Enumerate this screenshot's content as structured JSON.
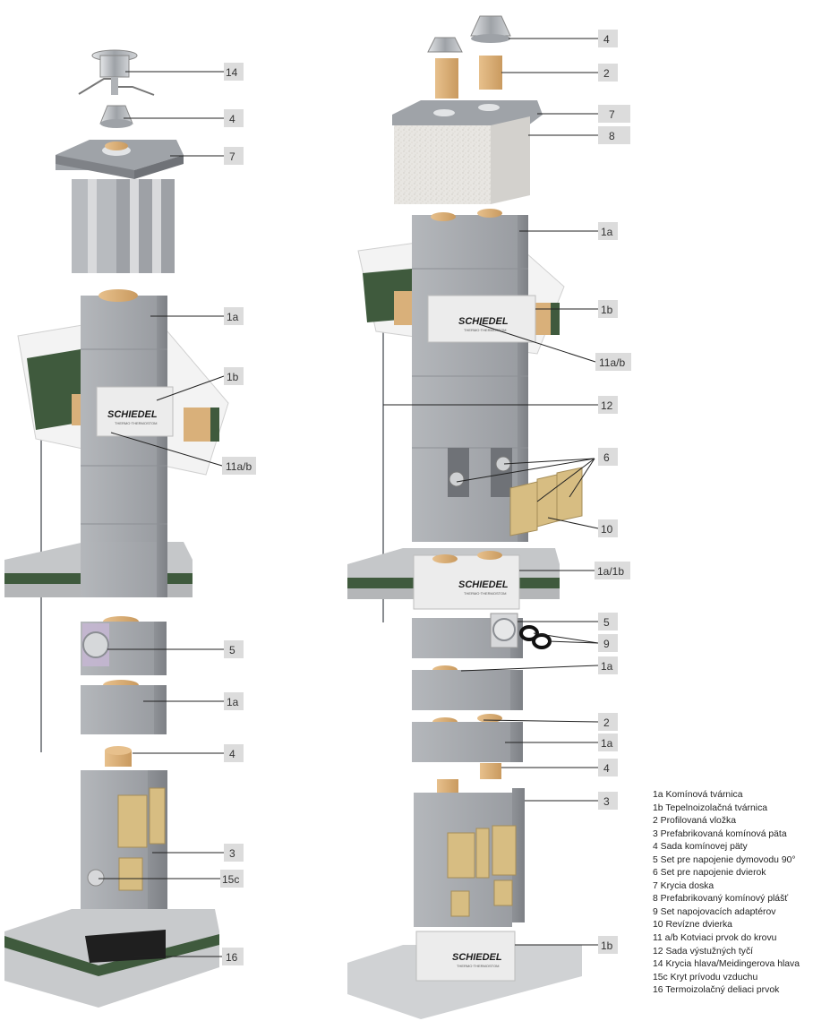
{
  "brand": {
    "name": "SCHIEDEL",
    "product": "THERMO·THERMOSTOM"
  },
  "colors": {
    "block": "#a9acb0",
    "block_side": "#8e9196",
    "liner": "#d9b07a",
    "label_box": "#dcdcdc",
    "leader": "#222222",
    "insulation": "#3f5a3d",
    "door": "#d7bd82"
  },
  "callouts_left": [
    {
      "label": "14"
    },
    {
      "label": "4"
    },
    {
      "label": "7"
    },
    {
      "label": "1a"
    },
    {
      "label": "1b"
    },
    {
      "label": "11a/b"
    },
    {
      "label": "5"
    },
    {
      "label": "1a"
    },
    {
      "label": "4"
    },
    {
      "label": "3"
    },
    {
      "label": "15c"
    },
    {
      "label": "16"
    }
  ],
  "callouts_right": [
    {
      "label": "4"
    },
    {
      "label": "2"
    },
    {
      "label": "7"
    },
    {
      "label": "8"
    },
    {
      "label": "1a"
    },
    {
      "label": "1b"
    },
    {
      "label": "11a/b"
    },
    {
      "label": "12"
    },
    {
      "label": "6"
    },
    {
      "label": "10"
    },
    {
      "label": "1a/1b"
    },
    {
      "label": "5"
    },
    {
      "label": "9"
    },
    {
      "label": "1a"
    },
    {
      "label": "2"
    },
    {
      "label": "1a"
    },
    {
      "label": "4"
    },
    {
      "label": "3"
    },
    {
      "label": "1b"
    }
  ],
  "legend": [
    "1a Komínová tvárnica",
    "1b Tepelnoizolačná tvárnica",
    "2 Profilovaná vložka",
    "3 Prefabrikovaná komínová päta",
    "4 Sada komínovej päty",
    "5 Set pre napojenie dymovodu 90°",
    "6 Set pre napojenie dvierok",
    "7 Krycia doska",
    "8 Prefabrikovaný komínový plášť",
    "9 Set napojovacích adaptérov",
    "10 Revízne dvierka",
    "11 a/b Kotviaci prvok do krovu",
    "12 Sada výstužných tyčí",
    "14 Krycia hlava/Meidingerova hlava",
    "15c Kryt prívodu vzduchu",
    "16 Termoizolačný deliaci prvok"
  ]
}
